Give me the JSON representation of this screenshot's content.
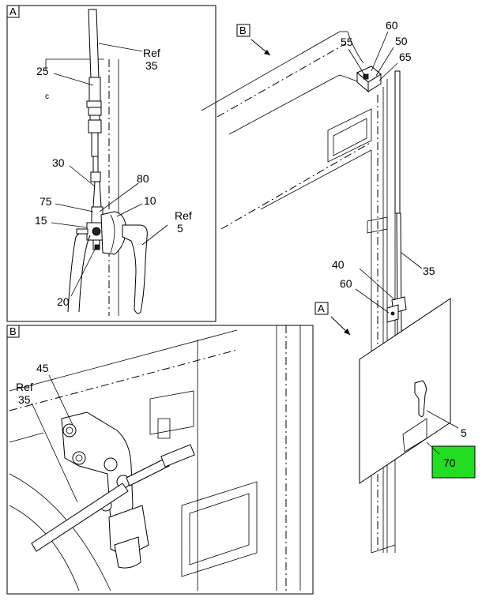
{
  "views": {
    "a": {
      "letter": "A"
    },
    "b": {
      "letter": "B"
    }
  },
  "main": {
    "callout_b": "B",
    "callout_a": "A",
    "labels": {
      "p55": "55",
      "p60_top": "60",
      "p50": "50",
      "p65": "65",
      "p35": "35",
      "p40": "40",
      "p60_mid": "60",
      "p5": "5",
      "p70": "70"
    },
    "highlight_color": "#22dd22"
  },
  "detail_a": {
    "labels": {
      "ref35_a": "Ref",
      "ref35_b": "35",
      "p25": "25",
      "p30": "30",
      "p80": "80",
      "p75": "75",
      "p10": "10",
      "p15": "15",
      "ref5_a": "Ref",
      "ref5_b": "5",
      "p20": "20",
      "tiny_c": "c"
    }
  },
  "detail_b": {
    "labels": {
      "p45": "45",
      "ref35_a": "Ref",
      "ref35_b": "35"
    }
  }
}
